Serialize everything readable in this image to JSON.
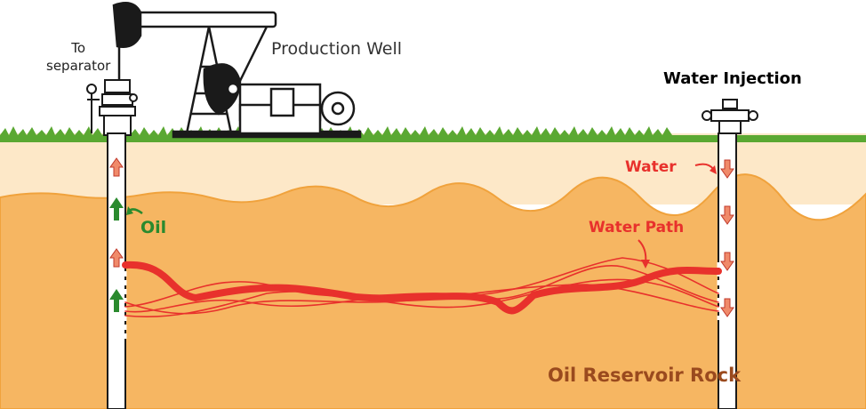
{
  "labels": {
    "to_separator_line1": "To",
    "to_separator_line2": "separator",
    "production_well": "Production Well",
    "water_injection": "Water Injection",
    "water": "Water",
    "water_path": "Water Path",
    "oil": "Oil",
    "reservoir": "Oil Reservoir Rock"
  },
  "colors": {
    "grass": "#5aa832",
    "soil": "#fde8c8",
    "reservoir": "#f6b662",
    "water_red": "#e8312c",
    "oil_green": "#2a8a2e",
    "rock_text": "#9a4a1e"
  }
}
